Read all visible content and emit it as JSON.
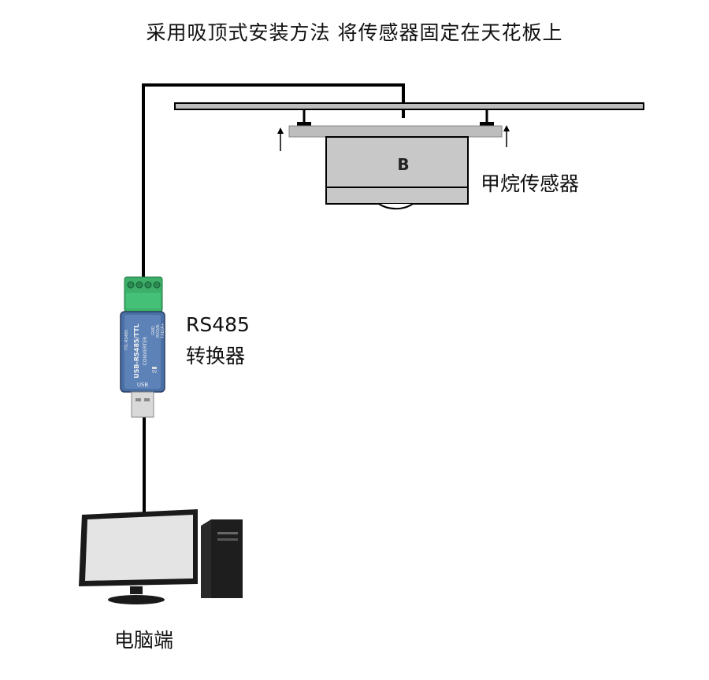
{
  "title": "采用吸顶式安装方法 将传感器固定在天花板上",
  "sensor": {
    "letter": "B",
    "label": "甲烷传感器"
  },
  "converter": {
    "label_line1": "RS485",
    "label_line2": "转换器",
    "device_text_main": "USB-RS485/TTL",
    "device_text_sub": "CONVERTER",
    "pin_labels": [
      "GND",
      "RXD/B-",
      "TXD/A+",
      "5V"
    ],
    "side_text": "TTL RS485",
    "port_label": "USB"
  },
  "computer": {
    "label": "电脑端"
  },
  "colors": {
    "wire": "#000000",
    "plate": "#bdbdbd",
    "sensor_body": "#c8c8c8",
    "terminal": "#3cb06a",
    "converter_body": "#4a6fa5"
  }
}
